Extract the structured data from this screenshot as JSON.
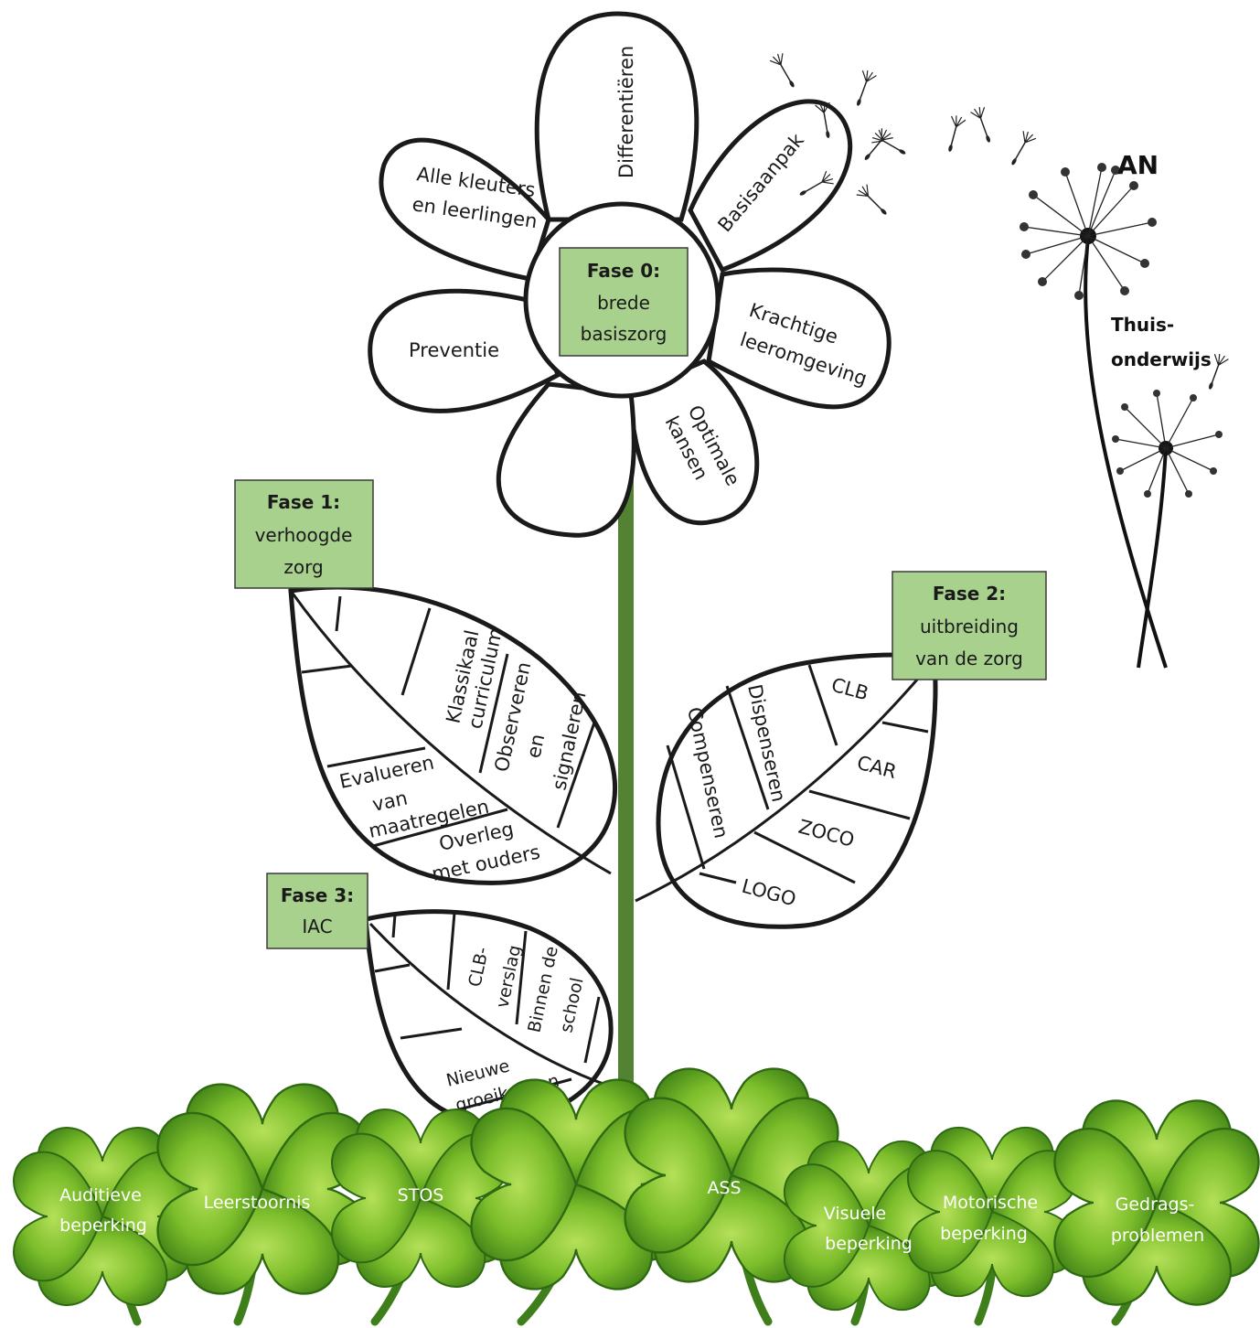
{
  "flower": {
    "petals": {
      "differentieren": "Differentiëren",
      "basisaanpak": "Basisaanpak",
      "alle_line1": "Alle kleuters",
      "alle_line2": "en leerlingen",
      "preventie": "Preventie",
      "krachtige_line1": "Krachtige",
      "krachtige_line2": "leeromgeving",
      "optimale_line1": "Optimale",
      "optimale_line2": "kansen"
    }
  },
  "phases": {
    "fase0": {
      "title": "Fase 0:",
      "line1": "brede",
      "line2": "basiszorg"
    },
    "fase1": {
      "title": "Fase 1:",
      "line1": "verhoogde",
      "line2": "zorg"
    },
    "fase2": {
      "title": "Fase 2:",
      "line1": "uitbreiding",
      "line2": "van de zorg"
    },
    "fase3": {
      "title": "Fase 3:",
      "line1": "IAC"
    }
  },
  "leaf_fase1": {
    "klassikaal_line1": "Klassikaal",
    "klassikaal_line2": "curriculum",
    "observeren_line1": "Observeren",
    "observeren_line2": "en",
    "observeren_line3": "signaleren",
    "evalueren_line1": "Evalueren",
    "evalueren_line2": "van",
    "evalueren_line3": "maatregelen",
    "overleg_line1": "Overleg",
    "overleg_line2": "met ouders"
  },
  "leaf_fase2": {
    "compenseren": "Compenseren",
    "dispenseren": "Dispenseren",
    "clb": "CLB",
    "car": "CAR",
    "zoco": "ZOCO",
    "logo": "LOGO"
  },
  "leaf_fase3": {
    "clb_line1": "CLB-",
    "clb_line2": "verslag",
    "binnen_line1": "Binnen de",
    "binnen_line2": "school",
    "nieuwe_line1": "Nieuwe",
    "nieuwe_line2": "groeikansen"
  },
  "dandelion": {
    "an": "AN",
    "thuis_line1": "Thuis-",
    "thuis_line2": "onderwijs"
  },
  "clovers": {
    "auditieve_line1": "Auditieve",
    "auditieve_line2": "beperking",
    "leerstoornis": "Leerstoornis",
    "stos": "STOS",
    "ass": "ASS",
    "visuele_line1": "Visuele",
    "visuele_line2": "beperking",
    "motorische_line1": "Motorische",
    "motorische_line2": "beperking",
    "gedrags_line1": "Gedrags-",
    "gedrags_line2": "problemen"
  },
  "colors": {
    "phase_box": "#a9d18e",
    "stem": "#548235",
    "clover_light": "#8fc53a",
    "clover_dark": "#3f7f1b"
  }
}
